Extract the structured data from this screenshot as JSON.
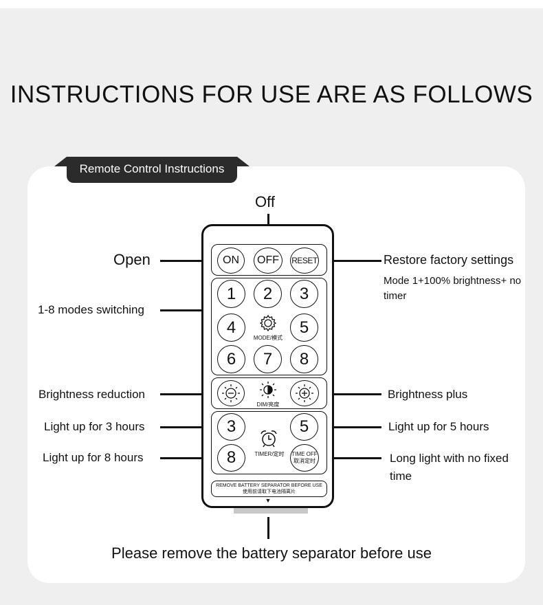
{
  "title": "INSTRUCTIONS FOR USE ARE AS FOLLOWS",
  "tab_label": "Remote Control Instructions",
  "labels": {
    "off": "Off",
    "open": "Open",
    "restore": "Restore factory settings",
    "restore_note": "Mode 1+100% brightness+ no timer",
    "modes": "1-8 modes switching",
    "brightness_reduction": "Brightness reduction",
    "brightness_plus": "Brightness plus",
    "light3": "Light up for 3 hours",
    "light5": "Light up for 5 hours",
    "light8": "Light up for 8 hours",
    "long_light": "Long light with no fixed time",
    "battery": "Please remove the battery separator before use"
  },
  "remote": {
    "on": "ON",
    "off": "OFF",
    "reset": "RESET",
    "modes": [
      "1",
      "2",
      "3",
      "4",
      "5",
      "6",
      "7",
      "8"
    ],
    "mode_caption": "MODE/模式",
    "dim_caption": "DIM/亮度",
    "timer_3": "3",
    "timer_5": "5",
    "timer_8": "8",
    "timer_caption": "TIMER/定时",
    "time_off": "TIME OFF",
    "time_off_cn": "取消定时",
    "separator_en": "REMOVE BATTERY SEPARATOR BEFORE USE",
    "separator_cn": "使用前请取下电池隔离片",
    "arrow": "▼"
  },
  "icons": {
    "mode": "gear-icon",
    "dim": "half-sun-icon",
    "minus": "sun-minus-icon",
    "plus": "sun-plus-icon",
    "timer": "alarm-clock-icon"
  }
}
